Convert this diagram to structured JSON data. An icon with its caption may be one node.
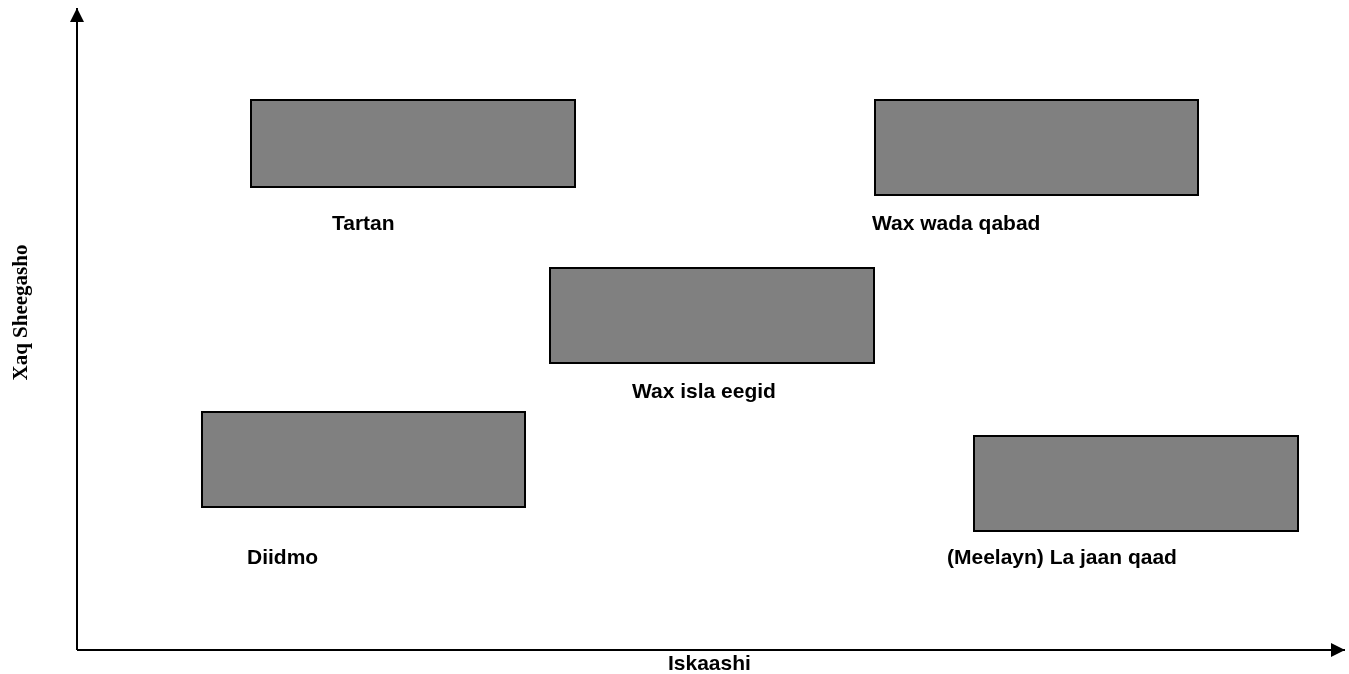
{
  "diagram": {
    "nodes": [
      {
        "text": [
          "Tartan"
        ]
      },
      {
        "text": [
          "Wax wada qabad"
        ]
      },
      {
        "text": [
          "Wax isla eegid"
        ]
      },
      {
        "text": [
          "Diidmo"
        ]
      },
      {
        "text": [
          "(Meelayn) La jaan qaad"
        ]
      }
    ],
    "edges": [],
    "labels": [
      "Xaq Sheegasho",
      "Iskaashi"
    ]
  }
}
